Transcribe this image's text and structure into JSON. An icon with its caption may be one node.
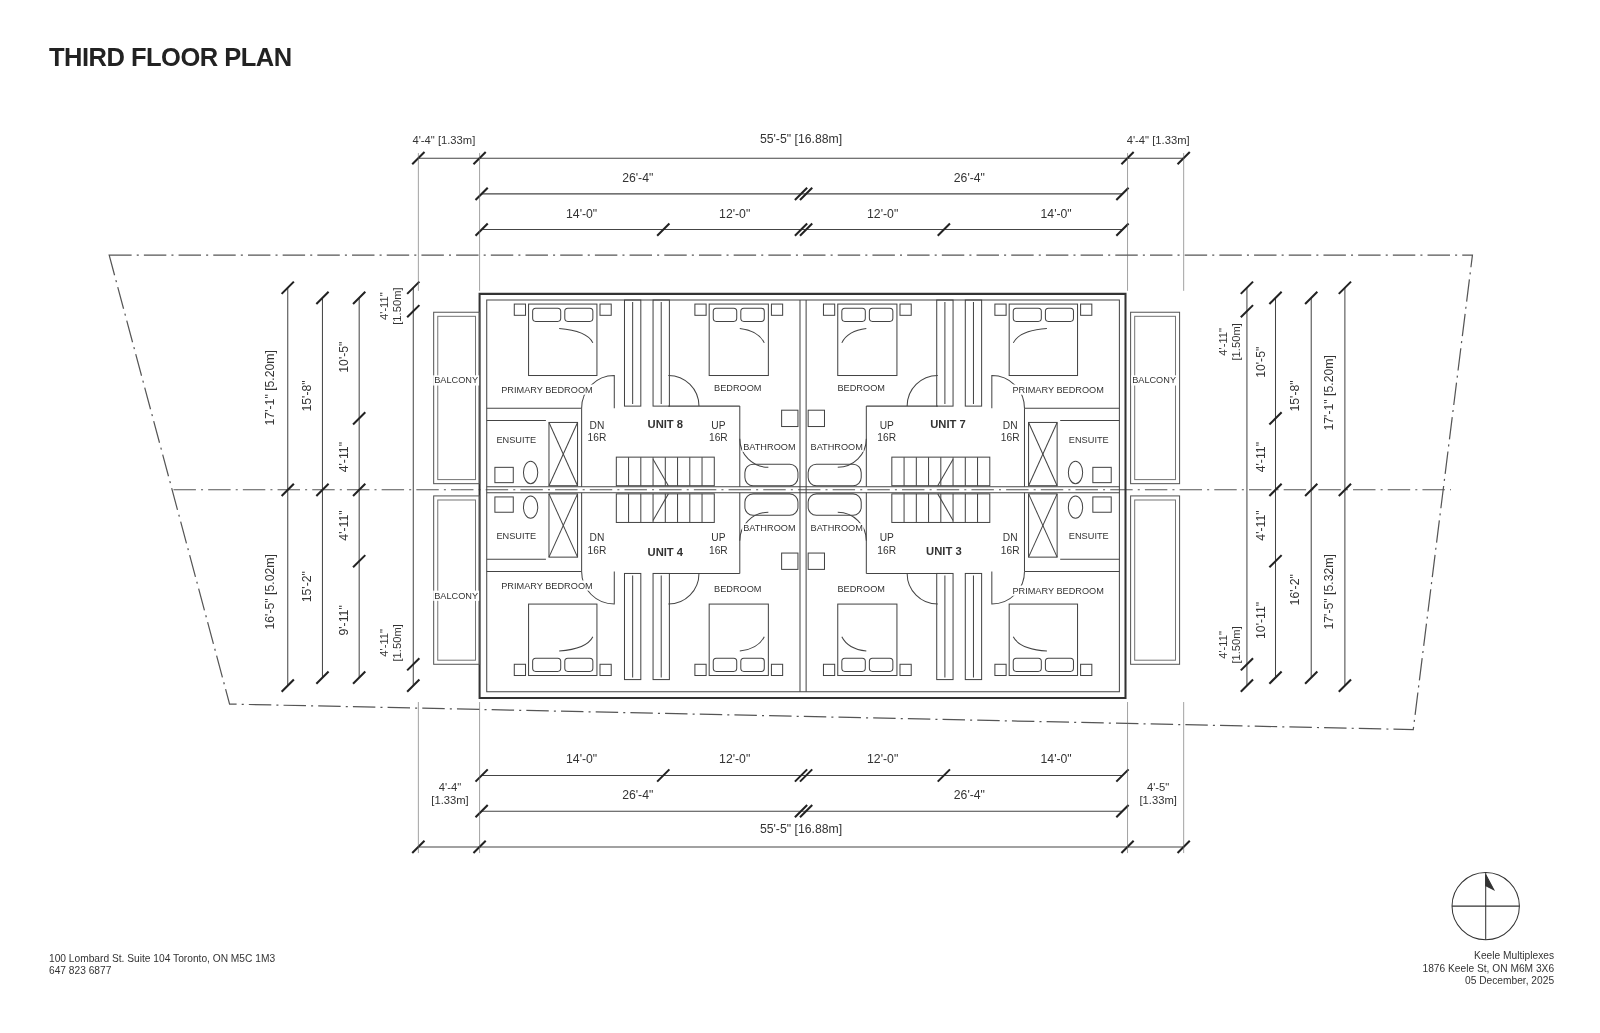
{
  "diagram": {
    "title": "THIRD FLOOR PLAN",
    "labels": [
      "4'-4\" [1.33m]",
      "55'-5\" [16.88m]",
      "4'-4\" [1.33m]",
      "26'-4\"",
      "26'-4\"",
      "14'-0\"",
      "12'-0\"",
      "12'-0\"",
      "14'-0\"",
      "17'-1\" [5.20m]",
      "15'-8\"",
      "10'-5\"",
      "4'-11\" [1.50m]",
      "4'-11\"",
      "4'-11\"",
      "16'-5\" [5.02m]",
      "15'-2\"",
      "9'-11\"",
      "4'-11\" [1.50m]",
      "BALCONY",
      "PRIMARY BEDROOM",
      "BEDROOM",
      "BEDROOM",
      "PRIMARY BEDROOM",
      "BALCONY",
      "DN 16R",
      "UNIT 8",
      "UP 16R",
      "UP 16R",
      "UNIT 7",
      "DN 16R",
      "ENSUITE",
      "BATHROOM",
      "BATHROOM",
      "ENSUITE",
      "ENSUITE",
      "BATHROOM",
      "BATHROOM",
      "ENSUITE",
      "DN 16R",
      "UNIT 4",
      "UP 16R",
      "UP 16R",
      "UNIT 3",
      "DN 16R",
      "BALCONY",
      "PRIMARY BEDROOM",
      "BEDROOM",
      "BEDROOM",
      "PRIMARY BEDROOM",
      "4'-11\" [1.50m]",
      "10'-5\"",
      "15'-8\"",
      "17'-1\" [5.20m]",
      "4'-11\"",
      "4'-11\"",
      "16'-2\"",
      "17'-5\" [5.32m]",
      "10'-11\"",
      "4'-11\" [1.50m]",
      "14'-0\"",
      "12'-0\"",
      "12'-0\"",
      "14'-0\"",
      "4'-4\" [1.33m]",
      "26'-4\"",
      "26'-4\"",
      "4'-5\" [1.33m]",
      "55'-5\" [16.88m]",
      "100 Lombard St. Suite 104 Toronto, ON M5C 1M3",
      "647 823 6877",
      "Keele Multiplexes",
      "1876 Keele St, ON M6M 3X6",
      "05 December, 2025"
    ]
  }
}
